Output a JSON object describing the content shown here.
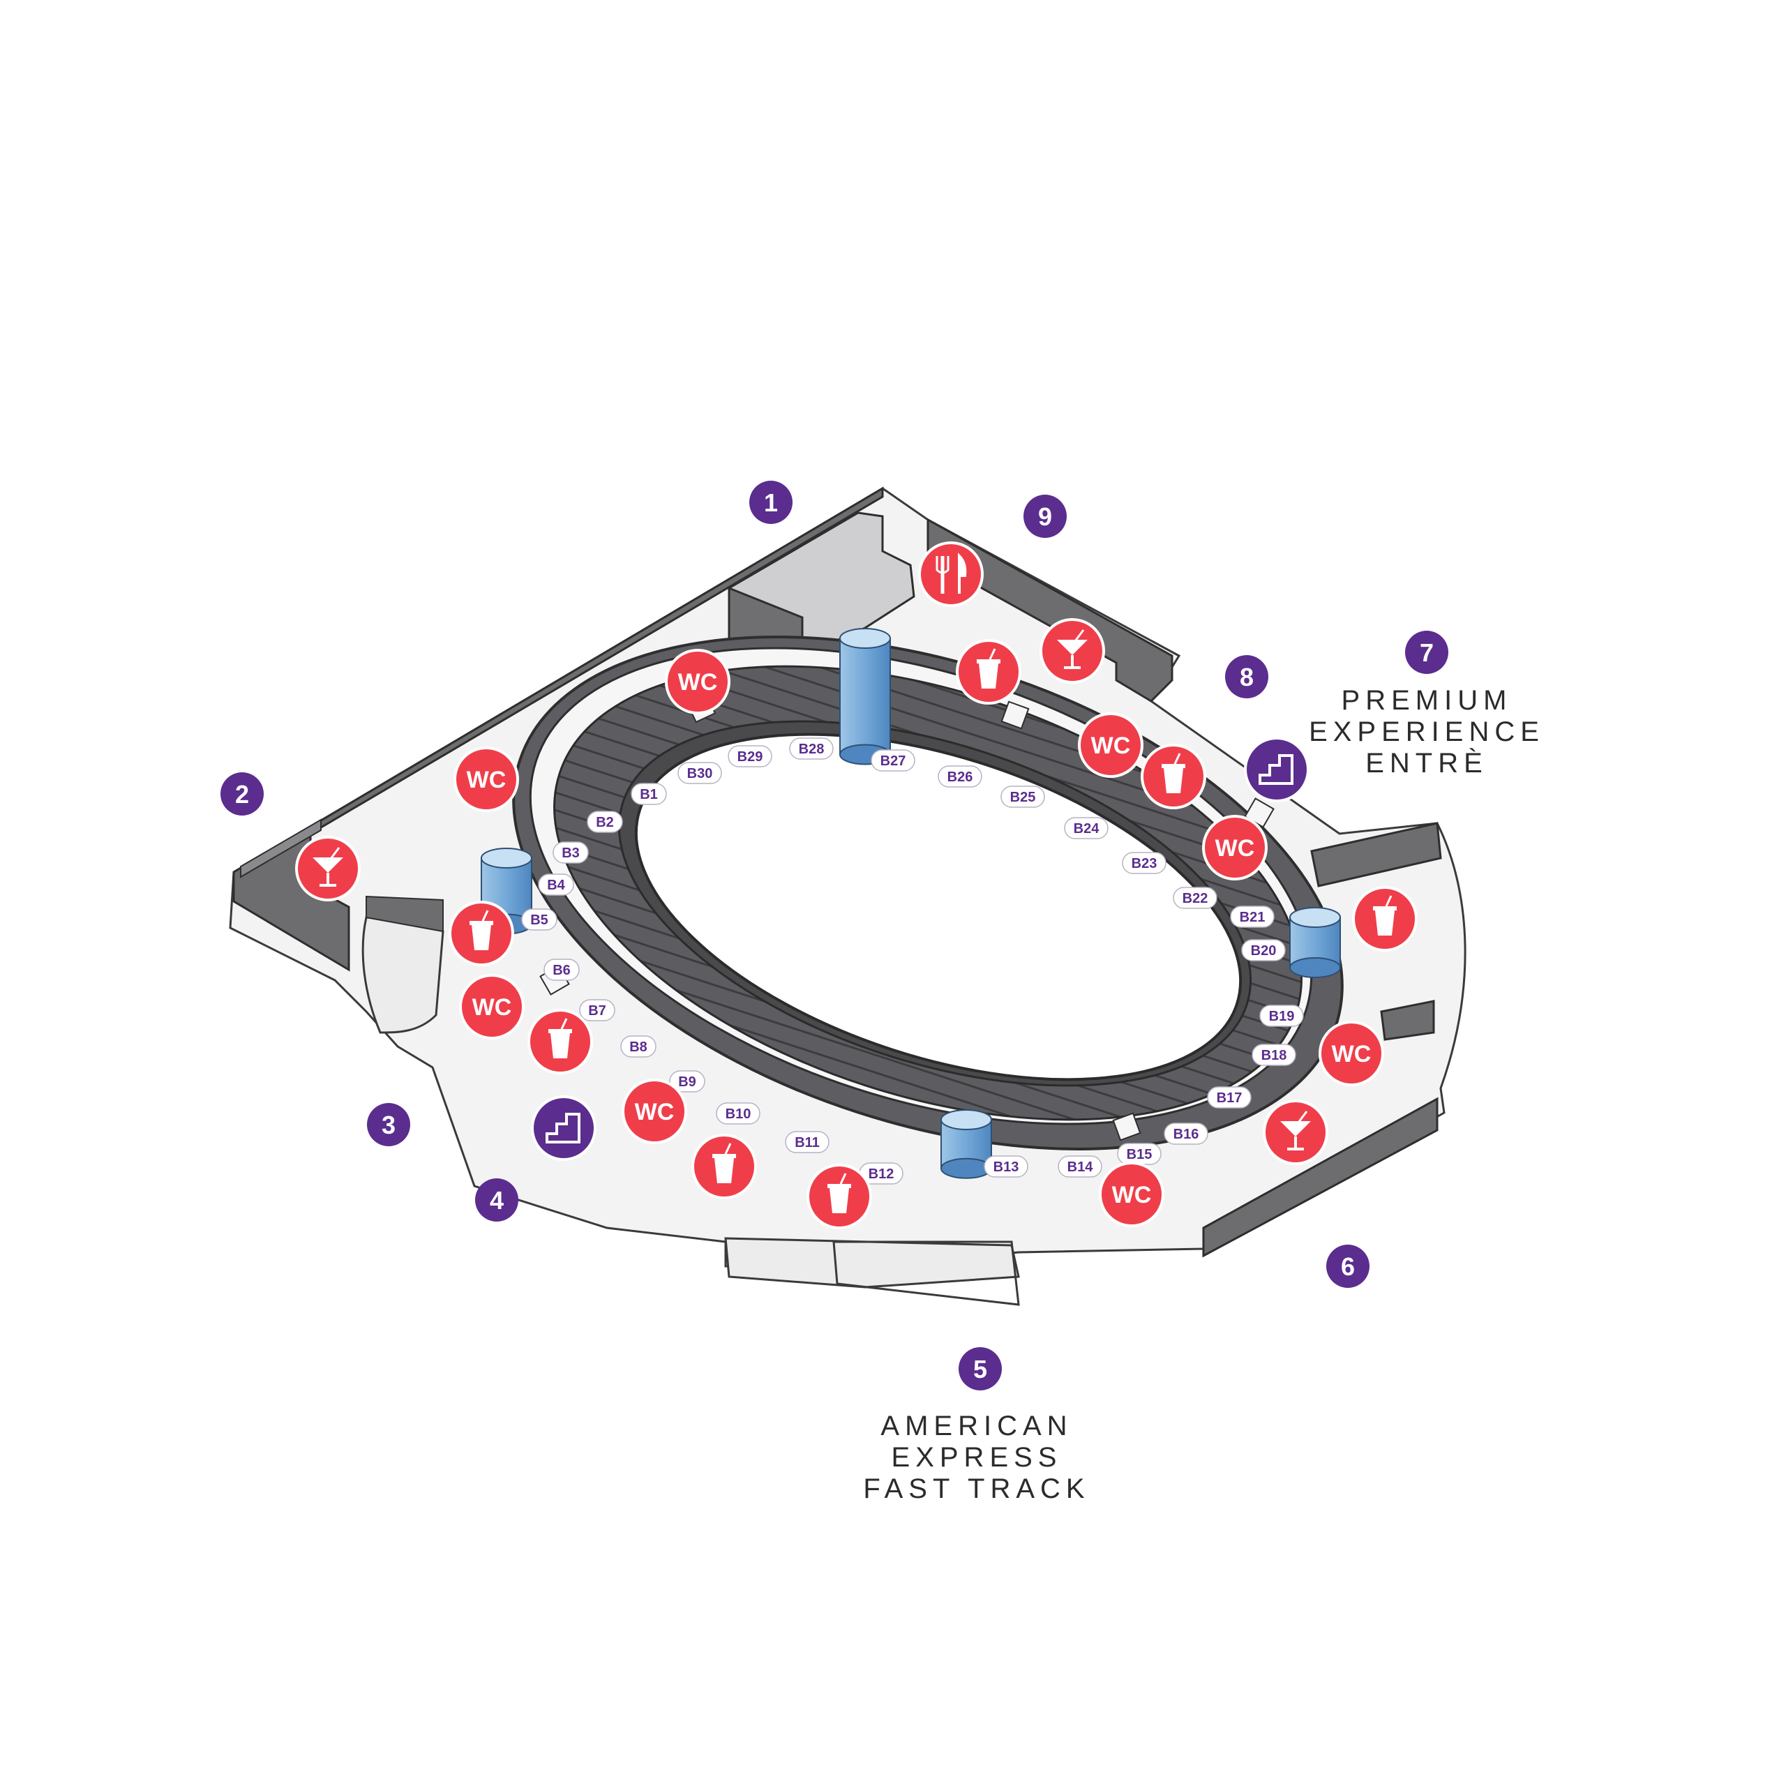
{
  "entrances": [
    {
      "id": "entrance-1",
      "label": "1"
    },
    {
      "id": "entrance-2",
      "label": "2"
    },
    {
      "id": "entrance-3",
      "label": "3"
    },
    {
      "id": "entrance-4",
      "label": "4"
    },
    {
      "id": "entrance-5",
      "label": "5"
    },
    {
      "id": "entrance-6",
      "label": "6"
    },
    {
      "id": "entrance-7",
      "label": "7"
    },
    {
      "id": "entrance-8",
      "label": "8"
    },
    {
      "id": "entrance-9",
      "label": "9"
    }
  ],
  "entrance_labels": {
    "premium": [
      "PREMIUM",
      "EXPERIENCE",
      "ENTRÈ"
    ],
    "amex": [
      "AMERICAN",
      "EXPRESS",
      "FAST TRACK"
    ]
  },
  "sections": [
    "B1",
    "B2",
    "B3",
    "B4",
    "B5",
    "B6",
    "B7",
    "B8",
    "B9",
    "B10",
    "B11",
    "B12",
    "B13",
    "B14",
    "B15",
    "B16",
    "B17",
    "B18",
    "B19",
    "B20",
    "B21",
    "B22",
    "B23",
    "B24",
    "B25",
    "B26",
    "B27",
    "B28",
    "B29",
    "B30"
  ],
  "amenity_text": {
    "wc": "WC"
  },
  "amenity_icons": [
    "wc",
    "drink-cup-icon",
    "cocktail-icon",
    "restaurant-icon",
    "stairs-icon"
  ],
  "colors": {
    "entrance": "#5b2d8e",
    "amenity": "#ef3e4a",
    "stairs": "#5b2d8e",
    "section_text": "#5b2d8e",
    "seating": "#5e5e62",
    "concourse": "#f3f3f4",
    "pillar": "#7fb3dc"
  }
}
